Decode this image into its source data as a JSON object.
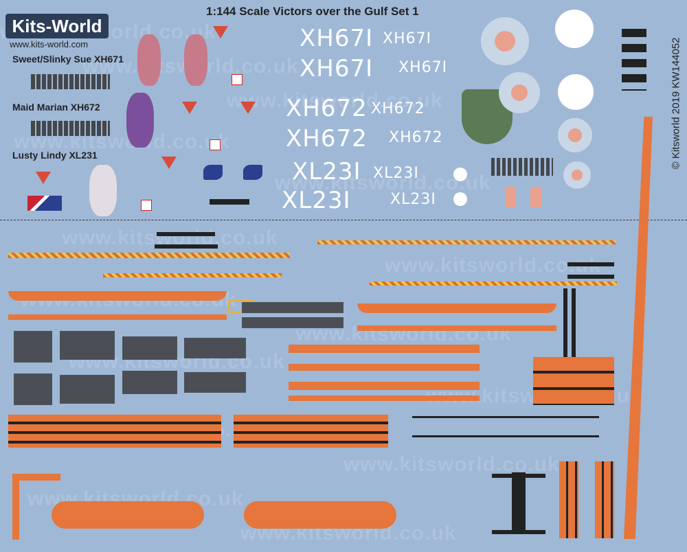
{
  "header": {
    "logo_text": "Kits-World",
    "logo_url": "www.kits-world.com",
    "title": "1:144 Scale Victors over the Gulf Set 1",
    "copyright": "© Kitsworld 2019 KW144052"
  },
  "sets": [
    {
      "name": "Sweet/Slinky Sue XH671"
    },
    {
      "name": "Maid Marian XH672"
    },
    {
      "name": "Lusty Lindy XL231"
    }
  ],
  "serials": {
    "xh671_large": "XH67I",
    "xh671_small": "XH67I",
    "xh672_large": "XH672",
    "xh672_small": "XH672",
    "xl231_large": "XL23I",
    "xl231_small": "XL23I"
  },
  "watermark": "www.kitsworld.co.uk",
  "colors": {
    "sheet_bg": "#9fb8d6",
    "orange": "#e6763b",
    "grey": "#4b4f55",
    "logo_bg": "#2d3d58"
  }
}
